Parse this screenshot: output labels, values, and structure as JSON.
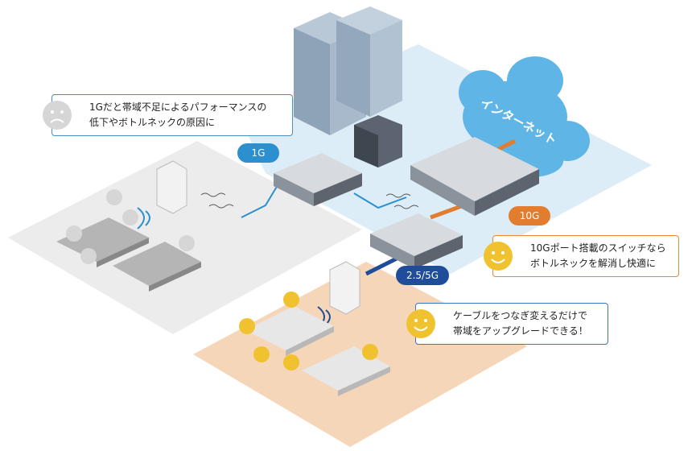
{
  "labels": {
    "internet": "インターネット",
    "speed_1g": "1G",
    "speed_10g": "10G",
    "speed_2_5_5g": "2.5/5G"
  },
  "callouts": {
    "problem": {
      "line1": "1Gだと帯域不足によるパフォーマンスの",
      "line2": "低下やボトルネックの原因に"
    },
    "switch10g": {
      "line1": "10Gポート搭載のスイッチなら",
      "line2": "ボトルネックを解消し快適に"
    },
    "upgrade": {
      "line1": "ケーブルをつなぎ変えるだけで",
      "line2": "帯域をアップグレードできる！"
    }
  },
  "colors": {
    "pill_1g": "#2b8fd0",
    "pill_10g": "#e27d2f",
    "pill_2_5g": "#1f4d9a",
    "cloud": "#5fb6e6",
    "blue_zone": "#dcedf8",
    "grey_zone": "#eeeeee",
    "orange_zone": "#f7d9bd",
    "happy_face": "#f0c230",
    "sad_face": "#d6d6d6"
  }
}
